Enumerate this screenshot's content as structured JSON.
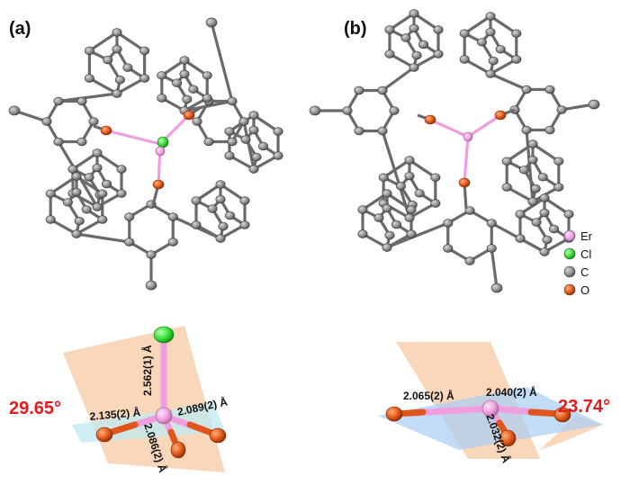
{
  "panels": [
    {
      "label": "(a)"
    },
    {
      "label": "(b)"
    }
  ],
  "legend": [
    {
      "symbol": "Er",
      "color": "#f09ee0"
    },
    {
      "symbol": "Cl",
      "color": "#33dd33"
    },
    {
      "symbol": "C",
      "color": "#8e8e8e"
    },
    {
      "symbol": "O",
      "color": "#e0561a"
    }
  ],
  "geometry_a": {
    "angle": "29.65°",
    "bonds": [
      "2.562(1) Å",
      "2.089(2) Å",
      "2.135(2) Å",
      "2.086(2) Å"
    ]
  },
  "geometry_b": {
    "angle": "23.74°",
    "bonds": [
      "2.065(2) Å",
      "2.040(2) Å",
      "2.032(2) Å"
    ]
  },
  "colors": {
    "plane_orange": "#f6c9a4",
    "plane_blue": "#a9cdf2",
    "plane_cyan": "#bfe9f0",
    "carbon": "#8e8e8e",
    "oxygen": "#e0561a",
    "erbium": "#f09ee0",
    "chlorine": "#33dd33",
    "angle_text": "#e41a1c"
  }
}
